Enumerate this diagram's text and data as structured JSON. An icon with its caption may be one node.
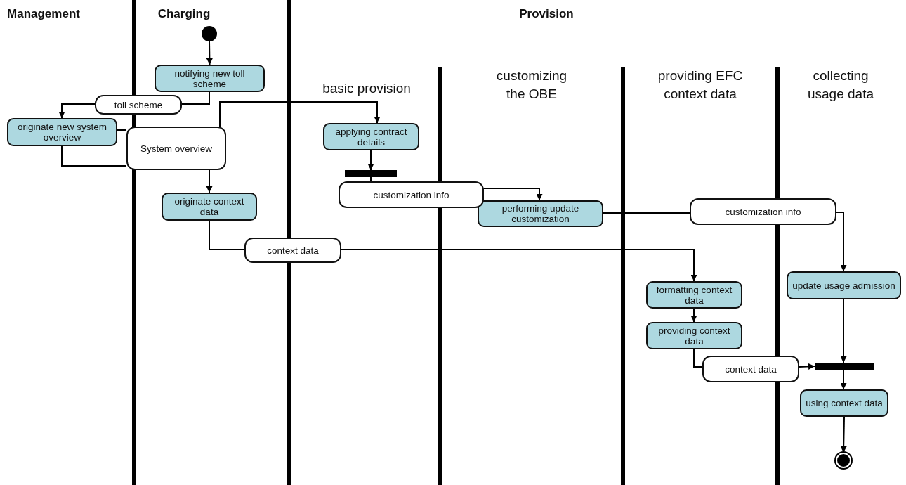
{
  "diagram": {
    "nodes": [
      {
        "text": [
          "Management"
        ]
      },
      {
        "text": [
          "Charging"
        ]
      },
      {
        "text": [
          "Provision"
        ]
      },
      {
        "text": [
          "basic provision"
        ],
        "in": 2
      },
      {
        "text": [
          "customizing the OBE"
        ],
        "in": 2
      },
      {
        "text": [
          "providing EFC context data"
        ],
        "in": 2
      },
      {
        "text": [
          "collecting usage data"
        ],
        "in": 2
      },
      {
        "text": [],
        "shape": "circle",
        "in": 1
      },
      {
        "text": [
          "notifying new toll scheme"
        ],
        "in": 1
      },
      {
        "text": [
          "toll scheme"
        ]
      },
      {
        "text": [
          "originate new system overview"
        ],
        "in": 0
      },
      {
        "text": [
          "System overview"
        ]
      },
      {
        "text": [
          "originate context data"
        ],
        "in": 1
      },
      {
        "text": [
          "context data"
        ]
      },
      {
        "text": [
          "applying contract details"
        ],
        "in": 3
      },
      {
        "text": [],
        "shape": "bar",
        "in": 3
      },
      {
        "text": [
          "customization info"
        ],
        "in": 2
      },
      {
        "text": [
          "performing update customization"
        ],
        "in": 4
      },
      {
        "text": [
          "customization info"
        ],
        "in": 2
      },
      {
        "text": [
          "formatting context data"
        ],
        "in": 5
      },
      {
        "text": [
          "providing context data"
        ],
        "in": 5
      },
      {
        "text": [
          "context data"
        ],
        "in": 2
      },
      {
        "text": [
          "update usage admission"
        ],
        "in": 6
      },
      {
        "text": [],
        "shape": "bar",
        "in": 6
      },
      {
        "text": [
          "using context data"
        ],
        "in": 6
      },
      {
        "text": [],
        "shape": "circle",
        "in": 6
      }
    ],
    "edges": [
      {
        "from": 7,
        "to": 8,
        "arrow": "to"
      },
      {
        "from": 8,
        "to": 9,
        "arrow": "none"
      },
      {
        "from": 9,
        "to": 10,
        "arrow": "to"
      },
      {
        "from": 10,
        "to": 11,
        "arrow": "none"
      },
      {
        "from": 10,
        "to": 11,
        "arrow": "none"
      },
      {
        "from": 11,
        "to": 14,
        "arrow": "to"
      },
      {
        "from": 11,
        "to": 12,
        "arrow": "to"
      },
      {
        "from": 12,
        "to": 13,
        "arrow": "none"
      },
      {
        "from": 13,
        "to": 19,
        "arrow": "to"
      },
      {
        "from": 14,
        "to": 15,
        "arrow": "to"
      },
      {
        "from": 15,
        "to": 16,
        "arrow": "none"
      },
      {
        "from": 16,
        "to": 17,
        "arrow": "to"
      },
      {
        "from": 17,
        "to": 18,
        "arrow": "none"
      },
      {
        "from": 18,
        "to": 22,
        "arrow": "to"
      },
      {
        "from": 19,
        "to": 20,
        "arrow": "to"
      },
      {
        "from": 20,
        "to": 21,
        "arrow": "none"
      },
      {
        "from": 21,
        "to": 23,
        "arrow": "to"
      },
      {
        "from": 22,
        "to": 23,
        "arrow": "to"
      },
      {
        "from": 23,
        "to": 24,
        "arrow": "to"
      },
      {
        "from": 24,
        "to": 25,
        "arrow": "to"
      }
    ]
  }
}
